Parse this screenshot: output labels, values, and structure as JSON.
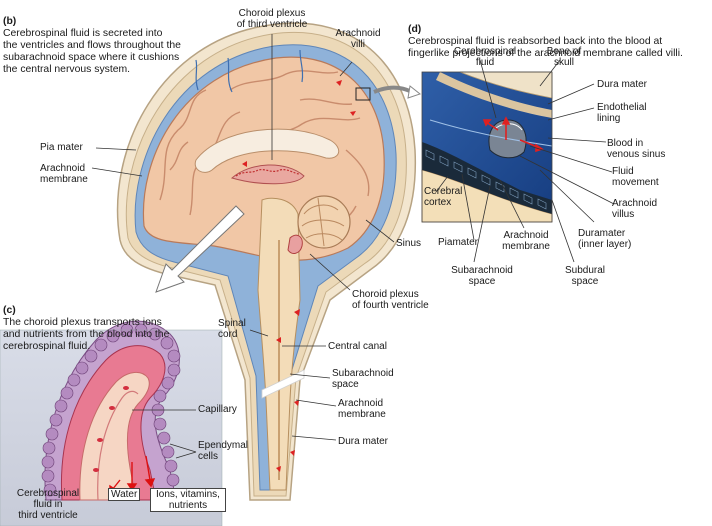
{
  "captions": {
    "b": {
      "letter": "(b)",
      "text": "Cerebrospinal fluid is secreted into\nthe ventricles and flows throughout the\nsubarachnoid space where it cushions\nthe central nervous system."
    },
    "c": {
      "letter": "(c)",
      "text": "The choroid plexus transports ions\nand nutrients from the blood into the\ncerebrospinal fluid."
    },
    "d": {
      "letter": "(d)",
      "text": "Cerebrospinal fluid is reabsorbed back into the blood at\nfingerlike projections of the arachnoid membrane called villi."
    }
  },
  "labels": {
    "main": {
      "choroid_third": "Choroid plexus\nof third ventricle",
      "arachnoid_villi": "Arachnoid\nvilli",
      "pia_mater": "Pia mater",
      "arachnoid_membrane": "Arachnoid\nmembrane",
      "sinus": "Sinus",
      "choroid_fourth": "Choroid plexus\nof fourth ventricle",
      "spinal_cord": "Spinal\ncord",
      "central_canal": "Central canal",
      "subarachnoid_space": "Subarachnoid\nspace",
      "arachnoid_membrane_2": "Arachnoid\nmembrane",
      "dura_mater": "Dura mater"
    },
    "c": {
      "capillary": "Capillary",
      "ependymal_cells": "Ependymal\ncells",
      "csf": "Cerebrospinal\nfluid in\nthird ventricle",
      "water": "Water",
      "ions": "Ions, vitamins,\nnutrients"
    },
    "d": {
      "csf": "Cerebrospinal\nfluid",
      "bone": "Bone of\nskull",
      "dura_mater": "Dura mater",
      "endothelial": "Endothelial\nlining",
      "blood": "Blood in\nvenous sinus",
      "fluid_movement": "Fluid\nmovement",
      "villus": "Arachnoid\nvillus",
      "duramater_inner": "Duramater\n(inner layer)",
      "cortex": "Cerebral\ncortex",
      "piamater": "Piamater",
      "arachnoid_membrane": "Arachnoid\nmembrane",
      "subarachnoid": "Subarachnoid\nspace",
      "subdural": "Subdural\nspace"
    }
  },
  "colors": {
    "csf_space": "#8fb2d9",
    "brain": "#f1c7a6",
    "venous_sinus": "#2f5fa8",
    "ependymal_cells": "#b48bc0",
    "connective_tissue": "#e87a92",
    "flow_arrows": "#d22"
  }
}
